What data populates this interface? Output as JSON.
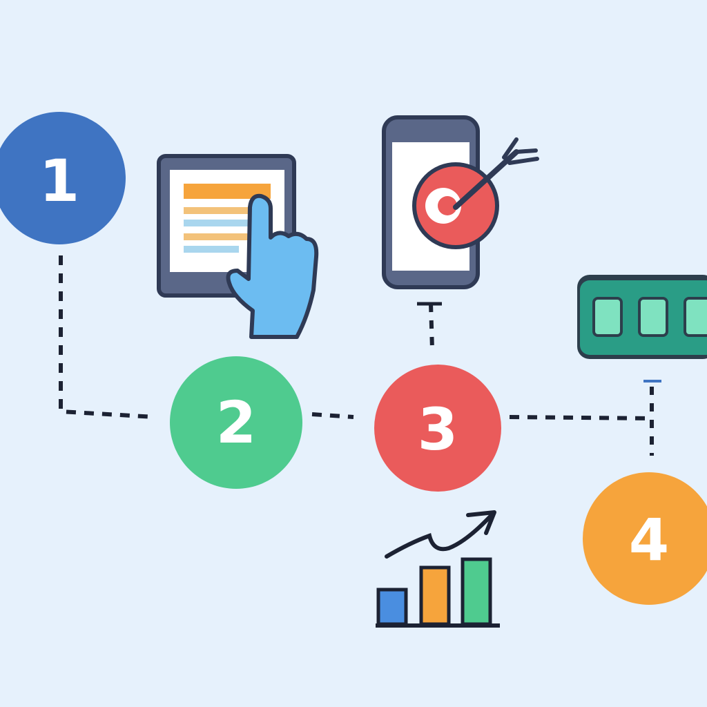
{
  "steps": [
    {
      "number": "1",
      "color": "#3f74c2"
    },
    {
      "number": "2",
      "color": "#4fcb8f"
    },
    {
      "number": "3",
      "color": "#ea5b5b"
    },
    {
      "number": "4",
      "color": "#f6a43c"
    }
  ],
  "icons": {
    "tablet": "tablet-touch-icon",
    "target": "phone-target-icon",
    "chart": "growth-chart-icon",
    "progress": "progress-bar-icon"
  },
  "colors": {
    "background": "#e6f1fc",
    "outline": "#3c4560",
    "connector": "#1c2233"
  }
}
